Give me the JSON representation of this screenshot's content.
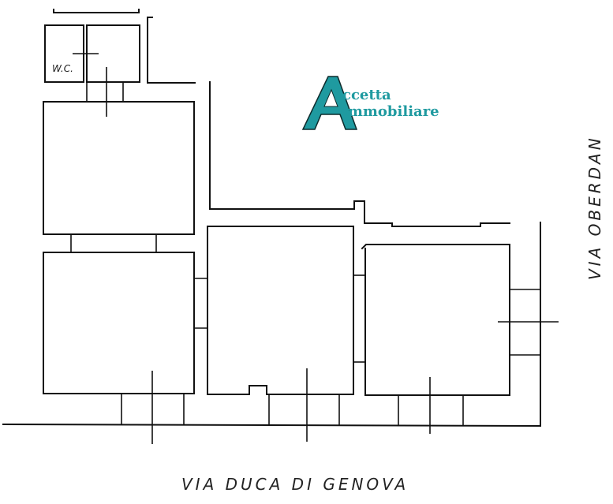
{
  "logo": {
    "initial": "A",
    "line1": "ccetta",
    "line2": "immobiliare",
    "color": "#1f9aa0",
    "outline": "#0d2b2c"
  },
  "labels": {
    "wc": "W.C.",
    "street_bottom": "VIA DUCA DI GENOVA",
    "street_right": "VIA OBERDAN"
  },
  "plan": {
    "stroke_color": "#111111",
    "background": "#ffffff"
  }
}
